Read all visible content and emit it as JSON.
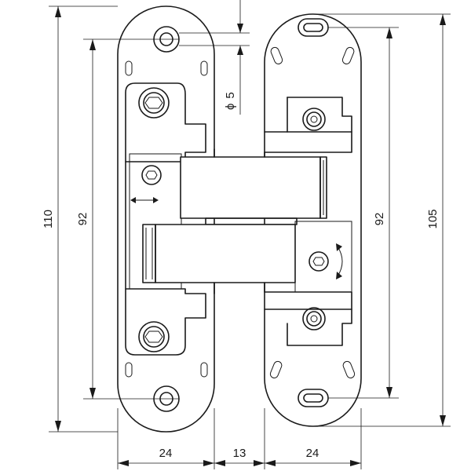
{
  "dimensions": {
    "overall_height": "110",
    "left_hole_spacing": "92",
    "right_hole_spacing": "92",
    "right_height": "105",
    "bottom_left_width": "24",
    "bottom_gap": "13",
    "bottom_right_width": "24",
    "diameter_prefix": "ϕ",
    "diameter_value": "5"
  },
  "colors": {
    "line": "#1a1a1a",
    "background": "#ffffff"
  }
}
